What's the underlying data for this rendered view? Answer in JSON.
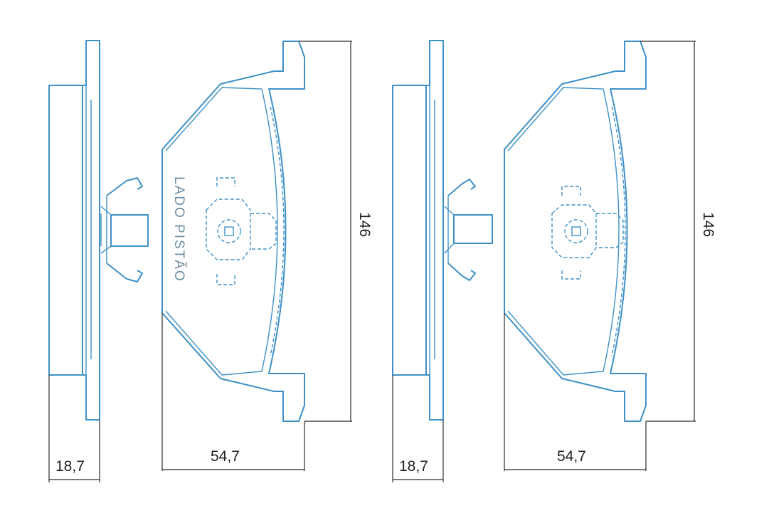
{
  "colors": {
    "outline": "#3e90c6",
    "dimension_line": "#2b2b2b",
    "label_text": "#6d8ea3"
  },
  "left_pad": {
    "thickness_label": "18,7",
    "width_label": "54,7",
    "height_label": "146",
    "side_label": "LADO PISTÃO"
  },
  "right_pad": {
    "thickness_label": "18,7",
    "width_label": "54,7",
    "height_label": "146"
  }
}
